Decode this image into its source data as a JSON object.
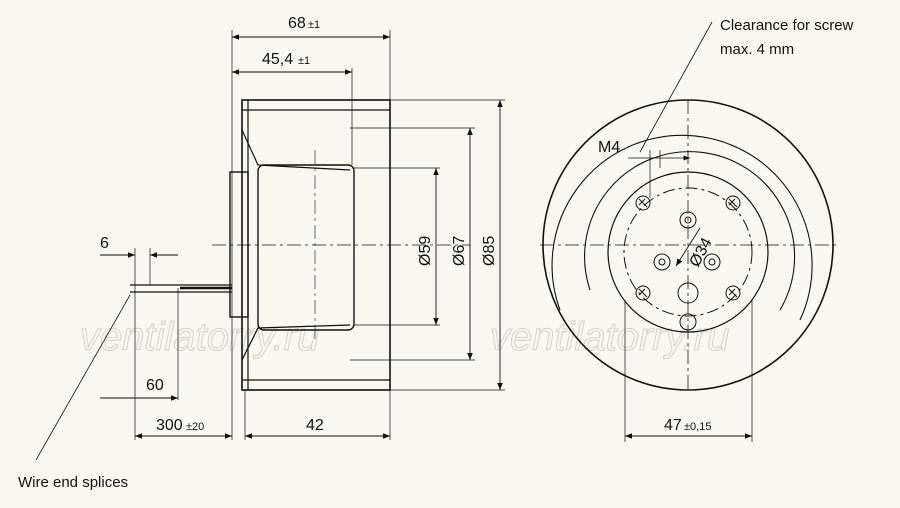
{
  "dimensions": {
    "overall_length": {
      "value": "68",
      "tolerance": "±1"
    },
    "body_length": {
      "value": "45,4",
      "tolerance": "±1"
    },
    "wire_splice": "6",
    "wire_strip": "60",
    "wire_length": {
      "value": "300",
      "tolerance": "±20"
    },
    "housing_width": "42",
    "dia_inner": "Ø59",
    "dia_mid": "Ø67",
    "dia_outer": "Ø85",
    "bolt_circle": "Ø34",
    "screw_thread": "M4",
    "hole_spacing": {
      "value": "47",
      "tolerance": "±0,15"
    }
  },
  "notes": {
    "clearance_line1": "Clearance for screw",
    "clearance_line2": "max. 4 mm",
    "wire_end": "Wire end splices"
  },
  "watermark": "ventilatorry.ru"
}
